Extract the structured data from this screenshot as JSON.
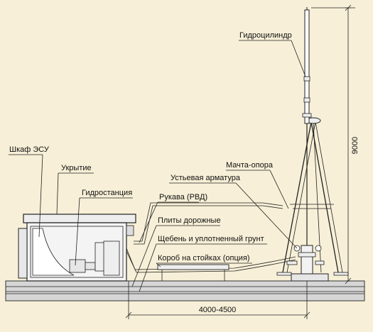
{
  "labels": {
    "hydrocylinder": "Гидроцилиндр",
    "esu_cabinet": "Шкаф ЭСУ",
    "cover": "Укрытие",
    "hydrostation": "Гидростанция",
    "hoses": "Рукава (РВД)",
    "road_plates": "Плиты дорожные",
    "gravel": "Щебень и уплотненный грунт",
    "box": "Короб на стойках (опция)",
    "mast": "Мачта-опора",
    "wellhead": "Устьевая арматура"
  },
  "dimensions": {
    "height": "9000",
    "distance": "4000-4500"
  },
  "colors": {
    "background": "#f7efd7",
    "fill_light": "#eeeeee",
    "fill_white": "#ffffff",
    "ground": "#d9d9d9",
    "line": "#222222"
  }
}
